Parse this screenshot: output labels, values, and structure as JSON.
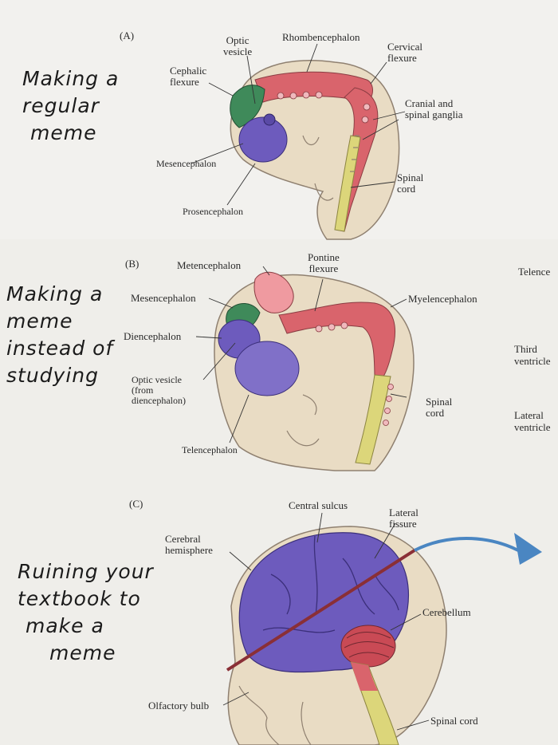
{
  "panels": {
    "a": "(A)",
    "b": "(B)",
    "c": "(C)"
  },
  "handwriting": {
    "a": [
      "Making a",
      "regular",
      "meme"
    ],
    "b": [
      "Making a",
      "meme",
      "instead of",
      "studying"
    ],
    "c": [
      "Ruining your",
      "textbook to",
      "make a",
      "meme"
    ]
  },
  "labels_a": {
    "optic_vesicle": [
      "Optic",
      "vesicle"
    ],
    "rhombencephalon": "Rhombencephalon",
    "cervical_flexure": [
      "Cervical",
      "flexure"
    ],
    "cephalic_flexure": [
      "Cephalic",
      "flexure"
    ],
    "cranial_spinal_ganglia": [
      "Cranial and",
      "spinal ganglia"
    ],
    "mesencephalon": "Mesencephalon",
    "spinal_cord": [
      "Spinal",
      "cord"
    ],
    "prosencephalon": "Prosencephalon"
  },
  "labels_b": {
    "metencephalon": "Metencephalon",
    "pontine_flexure": [
      "Pontine",
      "flexure"
    ],
    "mesencephalon": "Mesencephalon",
    "myelencephalon": "Myelencephalon",
    "diencephalon": "Diencephalon",
    "optic_vesicle": [
      "Optic vesicle",
      "(from",
      "diencephalon)"
    ],
    "spinal_cord": [
      "Spinal",
      "cord"
    ],
    "telencephalon": "Telencephalon"
  },
  "labels_c": {
    "central_sulcus": "Central sulcus",
    "lateral_fissure": [
      "Lateral",
      "fissure"
    ],
    "cerebral_hemisphere": [
      "Cerebral",
      "hemisphere"
    ],
    "cerebellum": "Cerebellum",
    "olfactory_bulb": "Olfactory bulb",
    "spinal_cord": "Spinal cord"
  },
  "edge_labels": {
    "telence": "Telence",
    "third": "Third",
    "ventricle_1": "ventricle",
    "lateral": "Lateral",
    "ventricle_2": "ventricle"
  },
  "colors": {
    "purple": "#6d5bbd",
    "green": "#3f8a5a",
    "red": "#d9646c",
    "yellow": "#dcd67a",
    "skin": "#e8d6b8",
    "arrow": "#4a86c2"
  }
}
